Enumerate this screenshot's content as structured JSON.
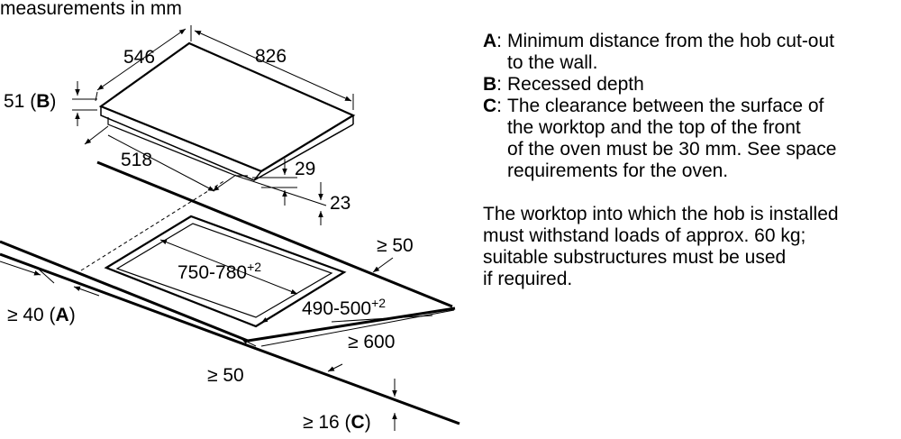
{
  "caption": "measurements in mm",
  "hob": {
    "depth": "546",
    "width": "826",
    "recessed_label": "51 (",
    "recessed_key": "B",
    "recessed_close": ")",
    "inner_width": "518",
    "frame_offset": "29",
    "thickness": "23"
  },
  "cutout": {
    "width": "750-780",
    "width_tol": "+2",
    "depth": "490-500",
    "depth_tol": "+2",
    "rear_clearance": "≥ 50",
    "wall_label": "≥ 40 (",
    "wall_key": "A",
    "wall_close": ")",
    "worktop_depth": "≥ 600",
    "front_clearance": "≥ 50",
    "oven_label": "≥ 16 (",
    "oven_key": "C",
    "oven_close": ")"
  },
  "notes": [
    {
      "key": "A",
      "lines": [
        "Minimum distance from the hob cut-out",
        "to the wall."
      ]
    },
    {
      "key": "B",
      "lines": [
        "Recessed depth"
      ]
    },
    {
      "key": "C",
      "lines": [
        "The clearance between the surface of",
        "the worktop and the top of the front",
        "of the oven must be 30 mm. See space",
        "requirements for the oven."
      ]
    }
  ],
  "paragraph": [
    "The worktop into which the hob is installed",
    "must withstand loads of approx. 60 kg;",
    "suitable substructures must be used",
    "if required."
  ]
}
